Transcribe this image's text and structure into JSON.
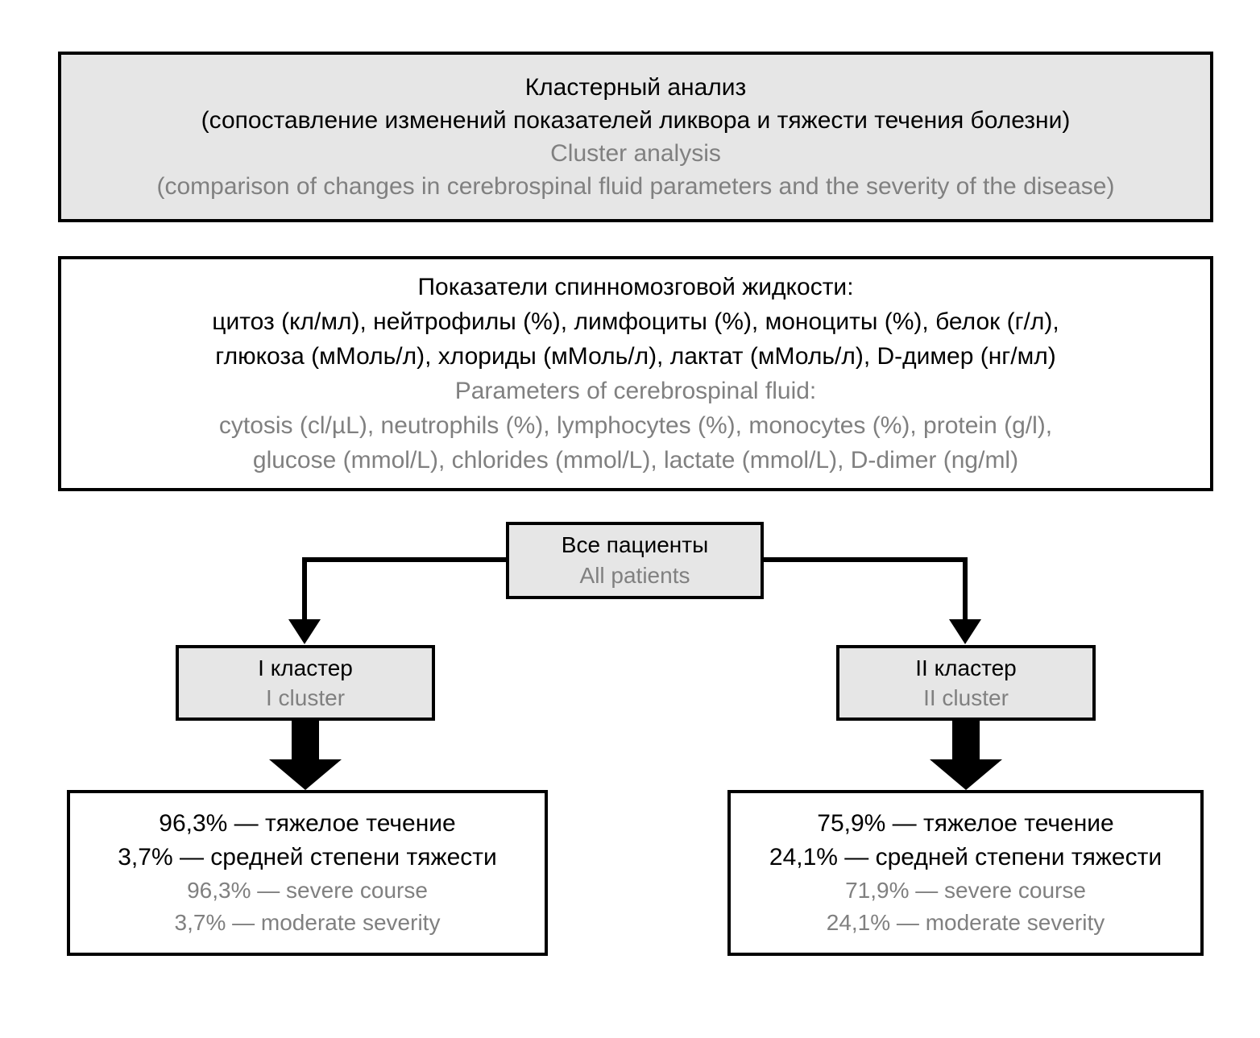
{
  "diagram": {
    "header": {
      "title_ru": "Кластерный анализ",
      "subtitle_ru": "(сопоставление изменений показателей ликвора и тяжести течения болезни)",
      "title_en": "Cluster analysis",
      "subtitle_en": "(comparison of changes in cerebrospinal fluid parameters and the severity of the disease)"
    },
    "parameters": {
      "heading_ru": "Показатели спинномозговой жидкости:",
      "line1_ru": "цитоз (кл/мл), нейтрофилы (%), лимфоциты (%), моноциты (%), белок (г/л),",
      "line2_ru": "глюкоза (мМоль/л), хлориды (мМоль/л), лактат (мМоль/л), D-димер (нг/мл)",
      "heading_en": "Parameters of cerebrospinal fluid:",
      "line1_en": "cytosis (cl/µL), neutrophils (%), lymphocytes (%), monocytes (%), protein (g/l),",
      "line2_en": "glucose (mmol/L), chlorides (mmol/L), lactate (mmol/L), D-dimer (ng/ml)"
    },
    "root": {
      "label_ru": "Все пациенты",
      "label_en": "All patients"
    },
    "clusters": [
      {
        "label_ru": "I кластер",
        "label_en": "I cluster",
        "result": {
          "line1_ru": "96,3% — тяжелое течение",
          "line2_ru": "3,7% — средней степени тяжести",
          "line1_en": "96,3% — severe course",
          "line2_en": "3,7% — moderate severity"
        }
      },
      {
        "label_ru": "II кластер",
        "label_en": "II cluster",
        "result": {
          "line1_ru": "75,9% — тяжелое течение",
          "line2_ru": "24,1% — средней степени тяжести",
          "line1_en": "71,9% — severe course",
          "line2_en": "24,1% — moderate severity"
        }
      }
    ],
    "colors": {
      "box_fill": "#e6e6e6",
      "box_border": "#000000",
      "text_ru": "#000000",
      "text_en": "#808080",
      "page_background": "#ffffff"
    }
  }
}
